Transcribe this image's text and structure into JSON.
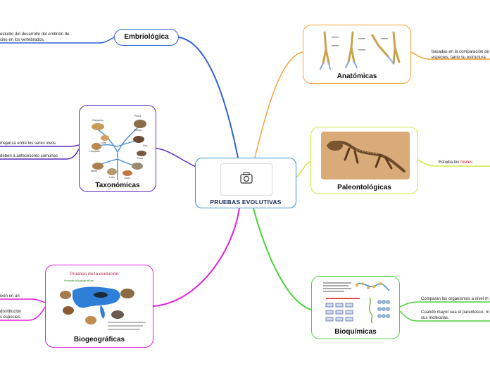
{
  "center": {
    "title": "PRUEBAS EVOLUTIVAS",
    "icon": "camera-icon"
  },
  "branches": {
    "embriologica": {
      "label": "Embriológica",
      "color": "#2f62d8",
      "notes": [
        "estudio del desarrollo del embrión de",
        "cies en los vertebrados."
      ]
    },
    "taxonomicas": {
      "label": "Taxonómicas",
      "color": "#5b2bc4",
      "notes": [
        "mejanza entre los seres vivos.",
        "deben a antecesores comunes"
      ],
      "image_labels": [
        "Guepardo",
        "Puma",
        "Leopardo",
        "Lince",
        "Lobo",
        "Oso",
        "Hiena",
        "Zorro",
        "Morsa",
        "Foca"
      ]
    },
    "biogeograficas": {
      "label": "Biogeográficas",
      "color": "#e21ee0",
      "notes": [
        "iven en un",
        "distribución",
        "s especies."
      ],
      "image_title": "Pruebas de la evolución",
      "image_subtitle": "Pruebas biogeográficas"
    },
    "anatomicas": {
      "label": "Anatómicas",
      "color": "#f7a233",
      "notes": [
        "basadas en la comparación de",
        "especies, tanto su estructura"
      ]
    },
    "paleontologicas": {
      "label": "Paleontológicas",
      "color": "#cfe83a",
      "note_prefix": "Estudia los ",
      "note_highlight": "fósiles"
    },
    "bioquimicas": {
      "label": "Bioquímicas",
      "color": "#49d23b",
      "notes": [
        "Comparan los organismos a nivel m",
        "Cuando mayor sea el parentesco, m",
        "sus moléculas."
      ]
    }
  }
}
